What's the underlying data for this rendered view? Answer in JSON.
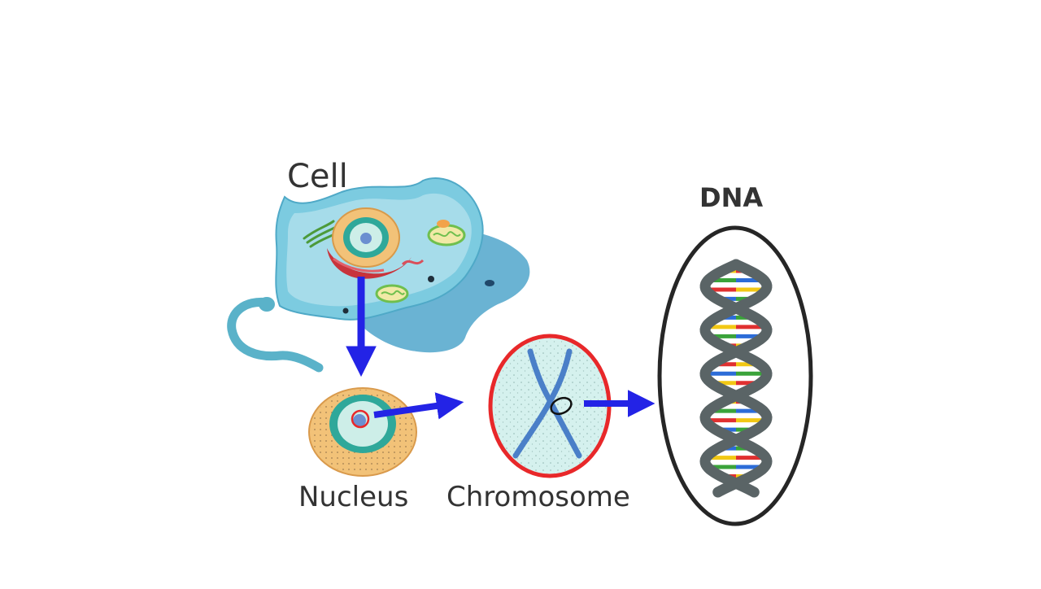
{
  "labels": {
    "cell": "Cell",
    "nucleus": "Nucleus",
    "chromosome": "Chromosome",
    "dna": "DNA"
  },
  "colors": {
    "arrow": "#2323e6",
    "cell_membrane": "#7ccbe0",
    "cytoplasm": "#a6dcea",
    "nucleus_outer": "#f2c278",
    "nucleoplasm": "#2fa89a",
    "chromosome_ring": "#e8282a",
    "chromosome_fill": "#d5f1ee",
    "chromosome_strand": "#4a7fc8",
    "dna_ring": "#262626",
    "dna_backbone": "#5a6466",
    "base_colors": [
      "#e03030",
      "#2c6cd8",
      "#f2c814",
      "#3aa33a"
    ]
  },
  "icons": [
    "cell-illustration",
    "nucleus-illustration",
    "chromosome-illustration",
    "dna-helix-illustration"
  ]
}
